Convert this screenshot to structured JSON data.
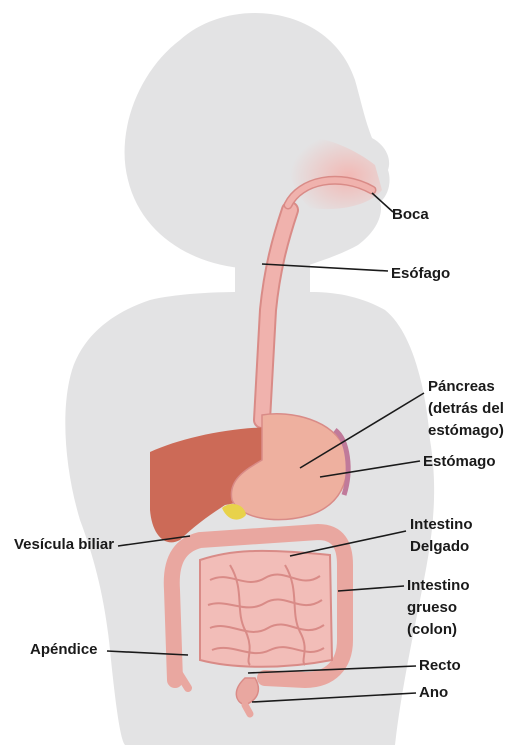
{
  "labels": {
    "boca": "Boca",
    "esofago": "Esófago",
    "pancreas_1": "Páncreas",
    "pancreas_2": "(detrás del",
    "pancreas_3": "estómago)",
    "estomago": "Estómago",
    "delgado_1": "Intestino",
    "delgado_2": "Delgado",
    "grueso_1": "Intestino",
    "grueso_2": "grueso",
    "grueso_3": "(colon)",
    "recto": "Recto",
    "ano": "Ano",
    "vesicula": "Vesícula biliar",
    "apendice": "Apéndice"
  },
  "colors": {
    "body": "#e3e3e4",
    "tract": "#f0b2ad",
    "tract_outline": "#d98b87",
    "liver": "#cc6a57",
    "stomach": "#eeb09f",
    "gallbladder": "#e8d24a",
    "leader": "#1a1a1a",
    "text": "#1a1a1a"
  }
}
